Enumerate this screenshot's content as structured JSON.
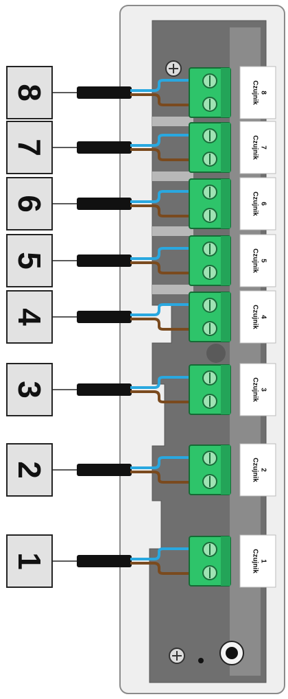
{
  "diagram": {
    "channels": [
      {
        "number": "8",
        "label": "Czujnik",
        "sub": "8"
      },
      {
        "number": "7",
        "label": "Czujnik",
        "sub": "7"
      },
      {
        "number": "6",
        "label": "Czujnik",
        "sub": "6"
      },
      {
        "number": "5",
        "label": "Czujnik",
        "sub": "5"
      },
      {
        "number": "4",
        "label": "Czujnik",
        "sub": "4"
      },
      {
        "number": "3",
        "label": "Czujnik",
        "sub": "3"
      },
      {
        "number": "2",
        "label": "Czujnik",
        "sub": "2"
      },
      {
        "number": "1",
        "label": "Czujnik",
        "sub": "1"
      }
    ],
    "colors": {
      "housing": "#efefef",
      "panel": "#6f6f6f",
      "terminal": "#2ec46a",
      "wire_blue": "#29a8e0",
      "wire_brown": "#7a4a1e",
      "cable": "#111111",
      "number_box": "#e2e2e2"
    }
  }
}
